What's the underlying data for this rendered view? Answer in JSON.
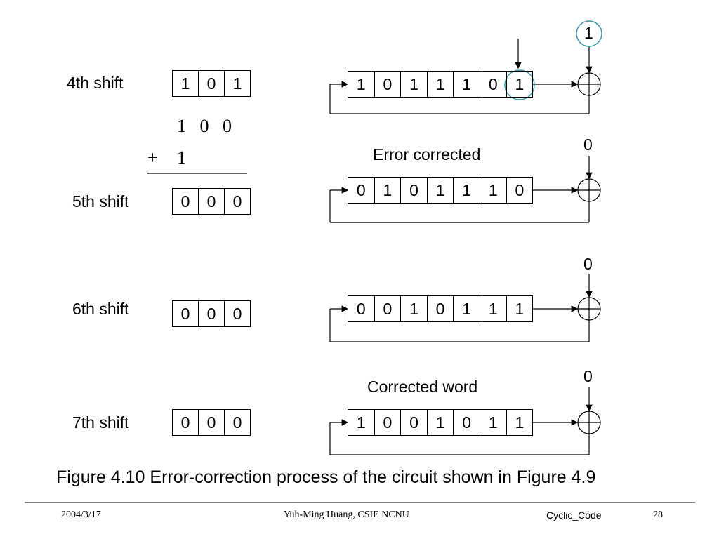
{
  "rows": [
    {
      "label": "4th shift",
      "syndrome": [
        "1",
        "0",
        "1"
      ],
      "buffer": [
        "1",
        "0",
        "1",
        "1",
        "1",
        "0",
        "1"
      ],
      "input": "1",
      "note": ""
    },
    {
      "label": "5th shift",
      "syndrome": [
        "0",
        "0",
        "0"
      ],
      "buffer": [
        "0",
        "1",
        "0",
        "1",
        "1",
        "1",
        "0"
      ],
      "input": "0",
      "note": "Error corrected"
    },
    {
      "label": "6th shift",
      "syndrome": [
        "0",
        "0",
        "0"
      ],
      "buffer": [
        "0",
        "0",
        "1",
        "0",
        "1",
        "1",
        "1"
      ],
      "input": "0",
      "note": ""
    },
    {
      "label": "7th shift",
      "syndrome": [
        "0",
        "0",
        "0"
      ],
      "buffer": [
        "1",
        "0",
        "0",
        "1",
        "0",
        "1",
        "1"
      ],
      "input": "0",
      "note": "Corrected word"
    }
  ],
  "addition": {
    "top": "1   0   0",
    "plus": "+",
    "addend": "1"
  },
  "caption": "Figure 4.10 Error-correction process of the circuit shown in Figure 4.9",
  "footer": {
    "date": "2004/3/17",
    "author": "Yuh-Ming Huang, CSIE NCNU",
    "topic": "Cyclic_Code",
    "page": "28"
  },
  "colors": {
    "highlight": "#3a9aa8",
    "line": "#000000"
  }
}
